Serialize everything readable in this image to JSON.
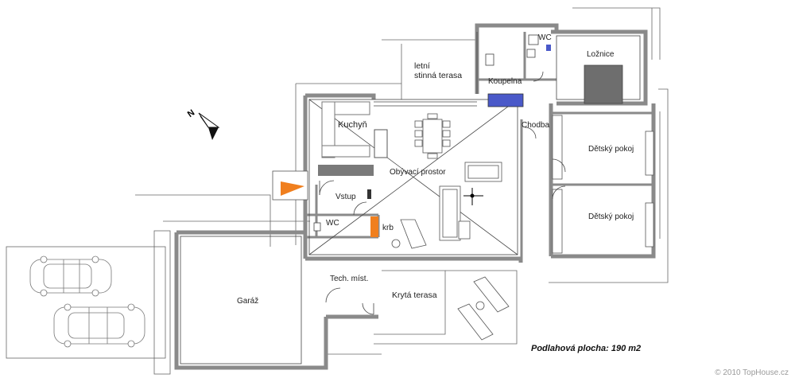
{
  "rooms": {
    "letni_terasa_line1": "letní",
    "letni_terasa_line2": "stinná terasa",
    "koupelna": "Koupelna",
    "wc_top": "WC",
    "loznice": "Ložnice",
    "kuchyn": "Kuchyň",
    "chodba": "Chodba",
    "detsky_pokoj_1": "Dětský pokoj",
    "detsky_pokoj_2": "Dětský pokoj",
    "obyvaci_prostor": "Obývací prostor",
    "vstup": "Vstup",
    "wc_entry": "WC",
    "krb": "krb",
    "tech_mistnost": "Tech. míst.",
    "kryta_terasa": "Krytá terasa",
    "garaz": "Garáž"
  },
  "floor_area": "Podlahová plocha: 190 m2",
  "copyright": "© 2010 TopHouse.cz",
  "compass_label": "N",
  "colors": {
    "wall": "#8a8a8a",
    "outline": "#555555",
    "furniture_dark": "#777777",
    "fireplace": "#f07f1e",
    "entrance_marker": "#f07f1e",
    "bathtub": "#4a59c9",
    "bed": "#6e6e6e"
  }
}
